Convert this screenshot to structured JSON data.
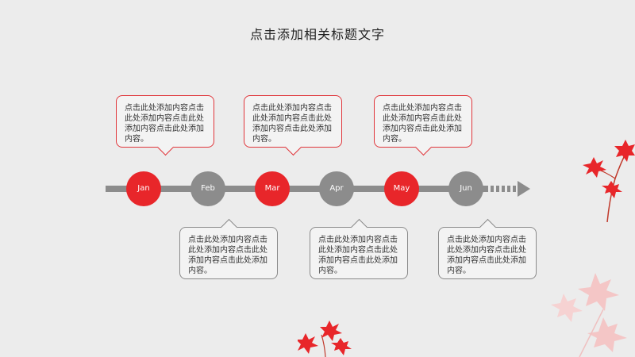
{
  "slide": {
    "title": "点击添加相关标题文字"
  },
  "colors": {
    "accent": "#e8262a",
    "neutral": "#8c8c8c",
    "background": "#ececec",
    "leaf_pale": "#f4c6c6"
  },
  "timeline": {
    "months": [
      "Jan",
      "Feb",
      "Mar",
      "Apr",
      "May",
      "Jun"
    ],
    "callouts": [
      {
        "text": "点击此处添加内容点击此处添加内容点击此处添加内容点击此处添加内容。"
      },
      {
        "text": "点击此处添加内容点击此处添加内容点击此处添加内容点击此处添加内容。"
      },
      {
        "text": "点击此处添加内容点击此处添加内容点击此处添加内容点击此处添加内容。"
      },
      {
        "text": "点击此处添加内容点击此处添加内容点击此处添加内容点击此处添加内容。"
      },
      {
        "text": "点击此处添加内容点击此处添加内容点击此处添加内容点击此处添加内容。"
      },
      {
        "text": "点击此处添加内容点击此处添加内容点击此处添加内容点击此处添加内容。"
      }
    ]
  },
  "decorations": {
    "icons": [
      "maple-leaves-right-icon",
      "maple-leaves-bottom-icon",
      "maple-leaves-faint-icon"
    ]
  }
}
